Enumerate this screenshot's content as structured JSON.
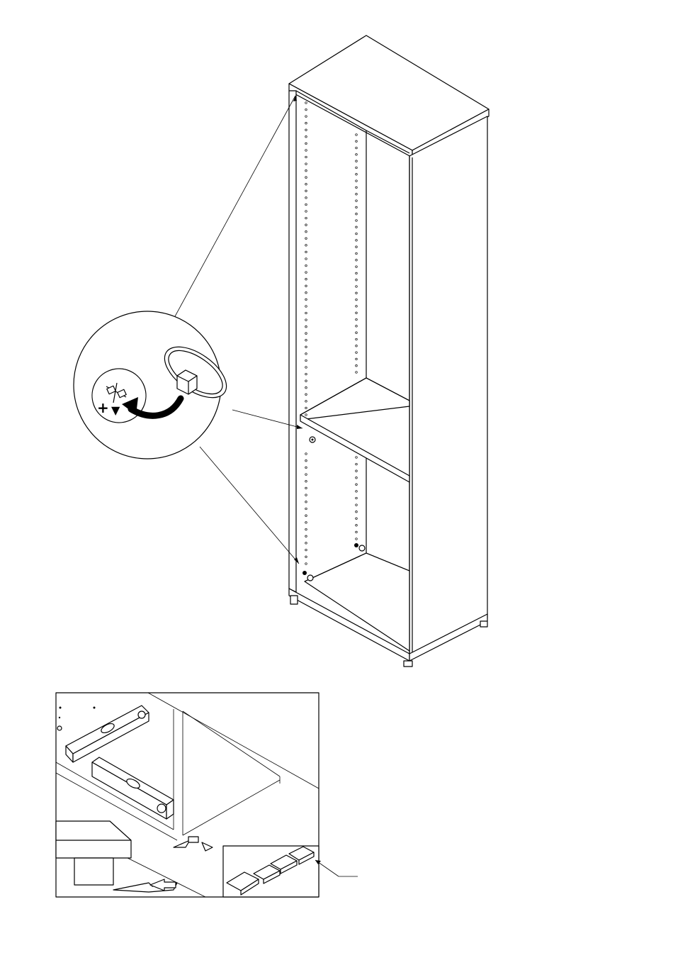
{
  "page": {
    "background": "#ffffff",
    "line_color": "#000000"
  },
  "figures": [
    {
      "id": "cabinet",
      "icon": "tall-open-bookcase-isometric"
    },
    {
      "id": "detail-circle",
      "icon": "shelf-support-pin-insertion"
    },
    {
      "id": "leveling-inset",
      "icon": "spirit-level-and-shims"
    }
  ],
  "shim_detail": {
    "count": 4,
    "icon": "stacked-leveling-shims"
  },
  "symbols": {
    "plus": "+",
    "triangle": "▼"
  }
}
